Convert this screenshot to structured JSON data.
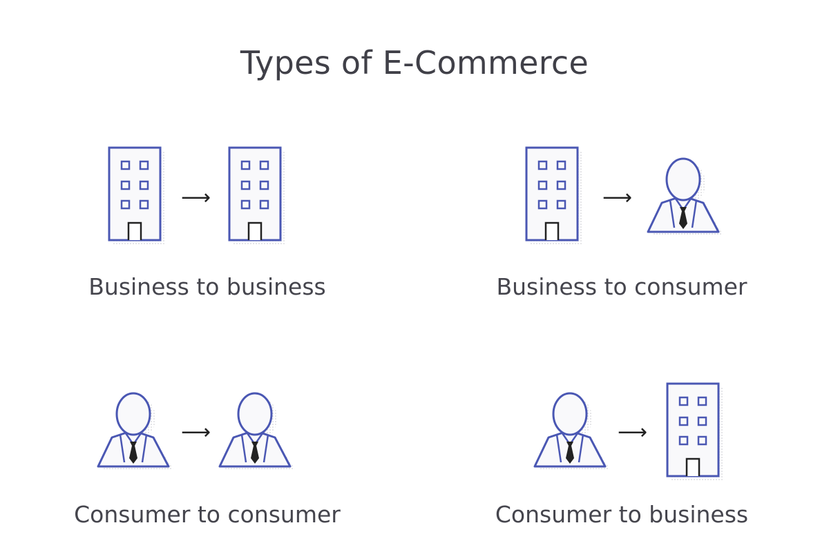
{
  "title": "Types of E-Commerce",
  "colors": {
    "stroke": "#4a57b3",
    "fill": "#f9f9fb",
    "dots": "#c6c6cc",
    "text": "#404048"
  },
  "arrow_glyph": "⟶",
  "types": [
    {
      "from": "business-icon",
      "to": "business-icon",
      "label": "Business to business"
    },
    {
      "from": "business-icon",
      "to": "consumer-icon",
      "label": "Business to consumer"
    },
    {
      "from": "consumer-icon",
      "to": "consumer-icon",
      "label": "Consumer to consumer"
    },
    {
      "from": "consumer-icon",
      "to": "business-icon",
      "label": "Consumer to business"
    }
  ]
}
